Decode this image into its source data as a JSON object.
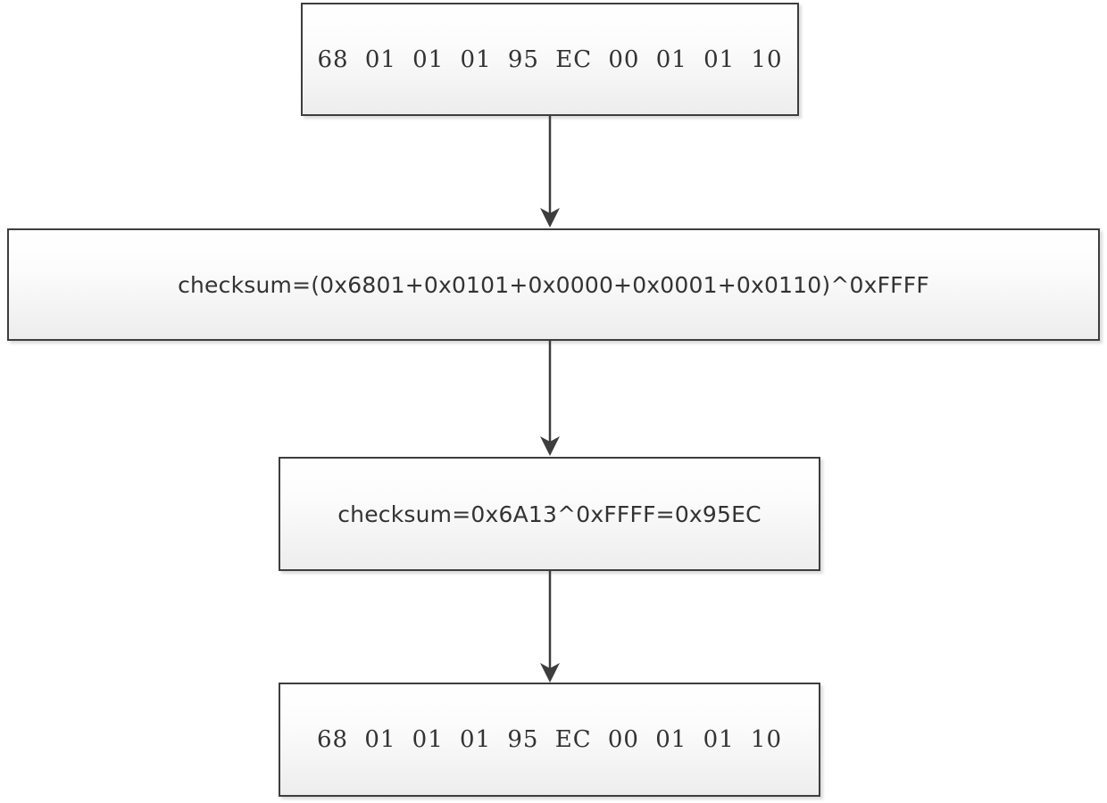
{
  "diagram": {
    "type": "flowchart",
    "direction": "top-down",
    "colors": {
      "background": "#ffffff",
      "node_border": "#3d3d3d",
      "node_fill_top": "#ffffff",
      "node_fill_bottom": "#ededed",
      "text": "#333333",
      "arrow": "#3d3d3d"
    },
    "nodes": [
      {
        "id": "packet-top",
        "text": "68 01 01 01 95 EC 00 01 01 10"
      },
      {
        "id": "checksum-formula",
        "text": "checksum=(0x6801+0x0101+0x0000+0x0001+0x0110)^0xFFFF"
      },
      {
        "id": "checksum-result",
        "text": "checksum=0x6A13^0xFFFF=0x95EC"
      },
      {
        "id": "packet-bottom",
        "text": "68 01 01 01 95 EC 00 01 01 10"
      }
    ],
    "edges": [
      {
        "from": "packet-top",
        "to": "checksum-formula"
      },
      {
        "from": "checksum-formula",
        "to": "checksum-result"
      },
      {
        "from": "checksum-result",
        "to": "packet-bottom"
      }
    ]
  }
}
